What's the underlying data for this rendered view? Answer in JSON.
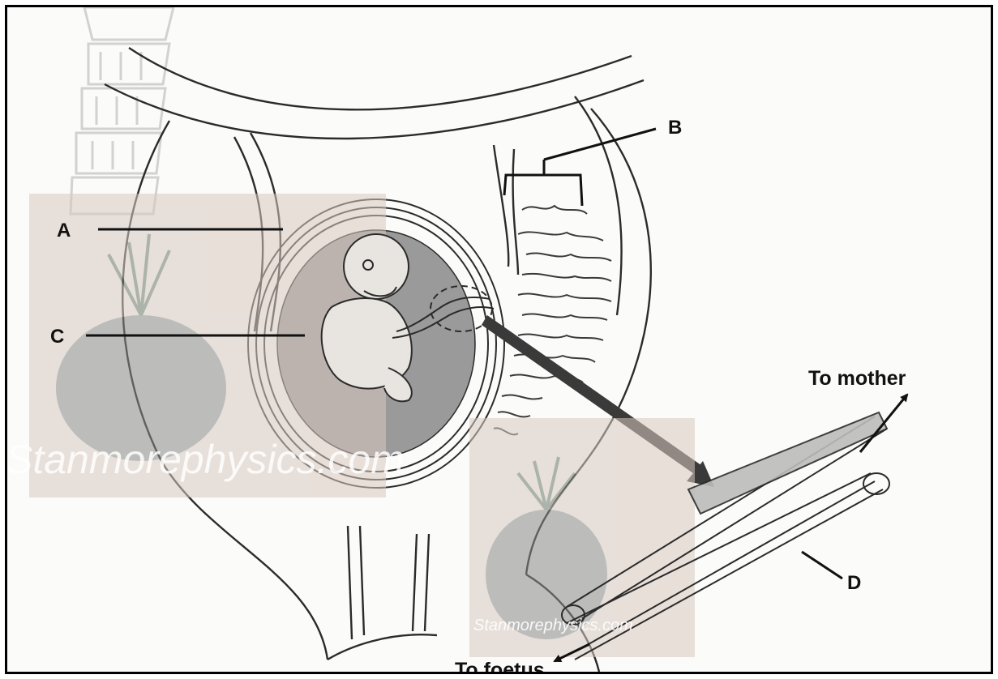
{
  "labels": {
    "a": "A",
    "b": "B",
    "c": "C",
    "d": "D",
    "to_mother": "To mother",
    "to_foetus": "To foetus"
  },
  "watermarks": {
    "large": "Stanmorephysics.com",
    "small": "Stanmorephysics.com"
  },
  "colors": {
    "outline": "#2b2b2b",
    "amnion_fill": "#9a9a9a",
    "overlay_tint": "#d8c9bf",
    "arrow": "#3a3a3a"
  }
}
